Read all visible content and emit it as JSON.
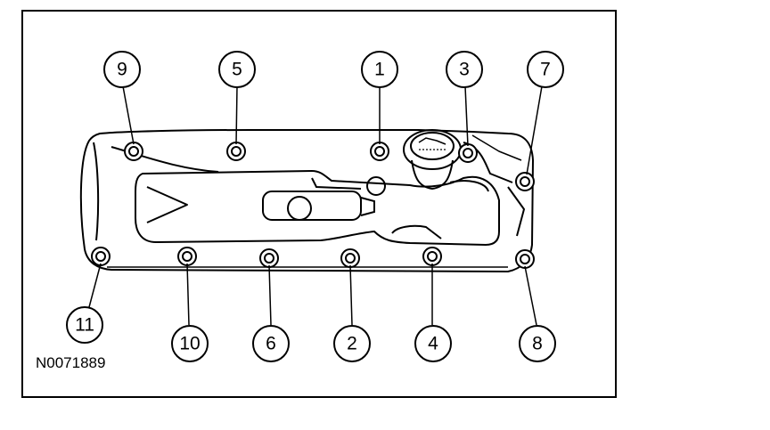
{
  "figure": {
    "reference_id": "N0071889",
    "callouts": [
      {
        "id": "callout-9",
        "label": "9"
      },
      {
        "id": "callout-5",
        "label": "5"
      },
      {
        "id": "callout-1",
        "label": "1"
      },
      {
        "id": "callout-3",
        "label": "3"
      },
      {
        "id": "callout-7",
        "label": "7"
      },
      {
        "id": "callout-11",
        "label": "11"
      },
      {
        "id": "callout-10",
        "label": "10"
      },
      {
        "id": "callout-6",
        "label": "6"
      },
      {
        "id": "callout-2",
        "label": "2"
      },
      {
        "id": "callout-4",
        "label": "4"
      },
      {
        "id": "callout-8",
        "label": "8"
      }
    ]
  }
}
